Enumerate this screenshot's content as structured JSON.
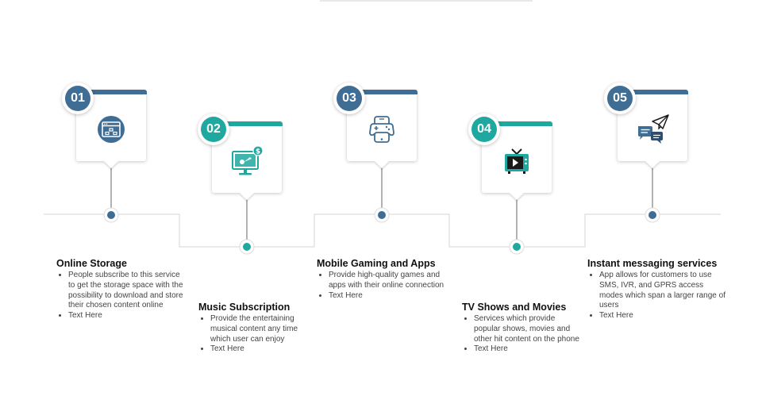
{
  "steps": [
    {
      "number": "01",
      "title": "Online Storage",
      "icon": "browser-window-icon",
      "accent": "#3f6d94",
      "bullets": [
        "People subscribe to this service to get the storage space with the possibility to download and store their chosen content online",
        "Text Here"
      ]
    },
    {
      "number": "02",
      "title": "Music Subscription",
      "icon": "monitor-music-dollar-icon",
      "accent": "#1fa8a0",
      "bullets": [
        "Provide the entertaining musical content any time which user can enjoy",
        "Text Here"
      ]
    },
    {
      "number": "03",
      "title": "Mobile Gaming and Apps",
      "icon": "phone-gamepad-icon",
      "accent": "#3f6d94",
      "bullets": [
        "Provide high-quality games and apps with their online connection",
        "Text Here"
      ]
    },
    {
      "number": "04",
      "title": "TV Shows and Movies",
      "icon": "tv-play-icon",
      "accent": "#1fa8a0",
      "bullets": [
        "Services which provide popular shows, movies and other hit content on the phone",
        "Text Here"
      ]
    },
    {
      "number": "05",
      "title": "Instant messaging services",
      "icon": "chat-paper-plane-icon",
      "accent": "#3f6d94",
      "bullets": [
        "App allows for customers to use SMS, IVR, and GPRS access modes which span a larger range of users",
        "Text Here"
      ]
    }
  ]
}
